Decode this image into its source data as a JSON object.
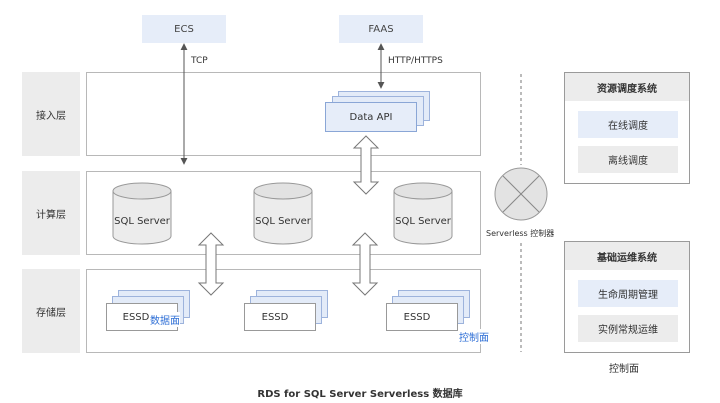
{
  "top": {
    "ecs": "ECS",
    "faas": "FAAS"
  },
  "edges": {
    "tcp": "TCP",
    "http": "HTTP/HTTPS"
  },
  "layers": [
    {
      "label": "接入层"
    },
    {
      "label": "计算层"
    },
    {
      "label": "存储层"
    }
  ],
  "access": {
    "data_api": "Data API"
  },
  "compute": {
    "db_nodes": [
      "SQL Server",
      "SQL Server",
      "SQL Server"
    ]
  },
  "storage": {
    "disks": [
      "ESSD",
      "ESSD",
      "ESSD"
    ],
    "data_plane_tag": "数据面",
    "control_plane_tag": "控制面"
  },
  "controller": {
    "label": "Serverless 控制器"
  },
  "resource_system": {
    "title": "资源调度系统",
    "items": [
      "在线调度",
      "离线调度"
    ]
  },
  "ops_system": {
    "title": "基础运维系统",
    "items": [
      "生命周期管理",
      "实例常规运维"
    ]
  },
  "control_plane_caption": "控制面",
  "caption": "RDS for SQL Server Serverless 数据库",
  "colors": {
    "highlight_blue": "#e6edf9",
    "tag_blue": "#2f6fd6",
    "label_gray": "#ececec"
  }
}
